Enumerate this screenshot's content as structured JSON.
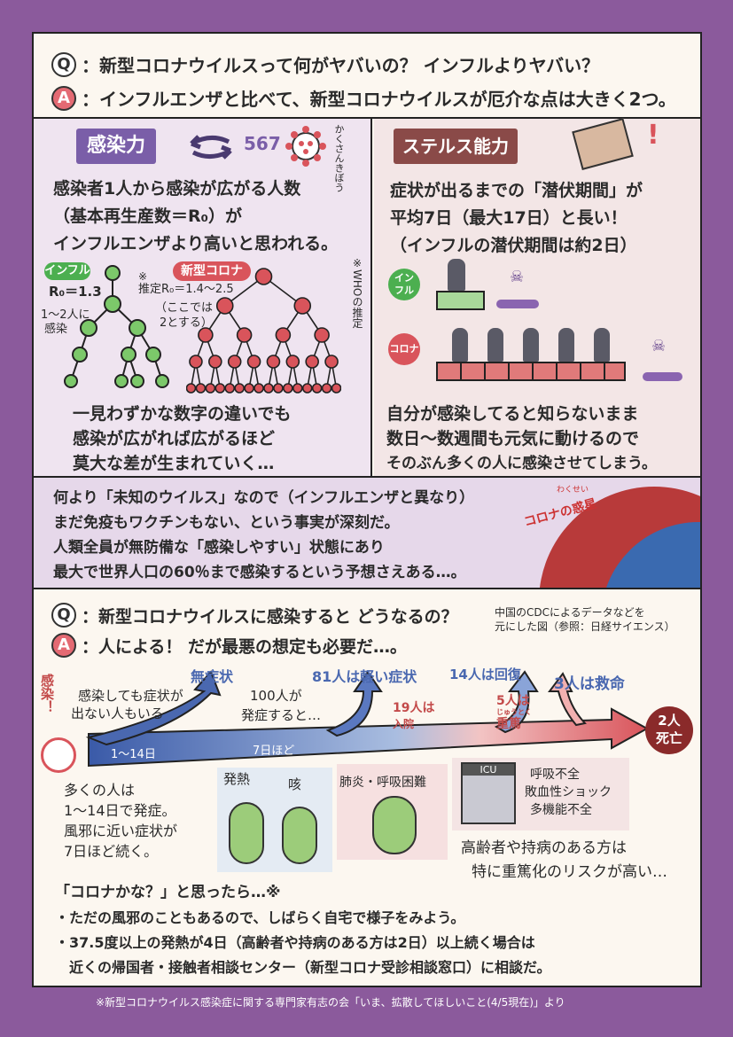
{
  "header": {
    "q_badge": "Q",
    "question": "：新型コロナウイルスって何がヤバいの？ インフルよりヤバい？",
    "a_badge": "A",
    "answer": "：インフルエンザと比べて、新型コロナウイルスが厄介な点は大きく2つ。"
  },
  "infectivity": {
    "title": "感染力",
    "number": "567",
    "reading": "かくさんきぼう",
    "text": [
      "感染者1人から感染が広がる人数",
      "（基本再生産数＝R₀）が",
      "インフルエンザより高いと思われる。"
    ],
    "flu_tag": "インフル",
    "flu_r0": "R₀＝1.3",
    "flu_note": [
      "1〜2人に",
      "感染"
    ],
    "corona_tag": "新型コロナ",
    "corona_mark": "※",
    "corona_r0": "推定R₀＝1.4〜2.5",
    "corona_note": [
      "（ここでは",
      "2とする）"
    ],
    "who_note": "※WHOの推定",
    "conclusion": [
      "一見わずかな数字の違いでも",
      "感染が広がれば広がるほど",
      "莫大な差が生まれていく…"
    ]
  },
  "stealth": {
    "title": "ステルス能力",
    "text": [
      "症状が出るまでの「潜伏期間」が",
      "平均7日（最大17日）と長い！",
      "（インフルの潜伏期間は約2日）"
    ],
    "flu_tag": [
      "イン",
      "フル"
    ],
    "corona_tag": "コロナ",
    "conclusion": [
      "自分が感染してると知らないまま",
      "数日〜数週間も元気に動けるので",
      "そのぶん多くの人に感染させてしまう。"
    ]
  },
  "unknown": {
    "text": [
      "何より「未知のウイルス」なので（インフルエンザと異なり）",
      "まだ免疫もワクチンもない、という事実が深刻だ。",
      "人類全員が無防備な「感染しやすい」状態にあり",
      "最大で世界人口の60％まで感染するという予想さえある…。"
    ],
    "planet_label": "コロナの惑星",
    "planet_reading": "わくせい"
  },
  "outcome": {
    "q_badge": "Q",
    "question": "：新型コロナウイルスに感染すると どうなるの？",
    "a_badge": "A",
    "answer": "：人による！ だが最悪の想定も必要だ…。",
    "source_note": [
      "中国のCDCによるデータなどを",
      "元にした図（参照：日経サイエンス）"
    ],
    "infected": "感染！",
    "asymptomatic_note": [
      "感染しても症状が",
      "出ない人もいる"
    ],
    "asymptomatic": "無症状",
    "onset_note": [
      "100人が",
      "発症すると…"
    ],
    "mild": "81人は軽い症状",
    "hospital": [
      "19人は",
      "入院"
    ],
    "recovered": "14人は回復",
    "critical": [
      "5人は",
      "重篤"
    ],
    "critical_reading": "じゅうとく",
    "saved": "3人は救命",
    "death": [
      "2人",
      "死亡"
    ],
    "period1": "1〜14日",
    "period2": "7日ほど",
    "fever": "発熱",
    "cough": "咳",
    "pneumonia": "肺炎・呼吸困難",
    "icu": "ICU",
    "icu_conditions": [
      "呼吸不全",
      "敗血性ショック",
      "多機能不全"
    ],
    "common_note": [
      "多くの人は",
      "1〜14日で発症。",
      "風邪に近い症状が",
      "7日ほど続く。"
    ],
    "risk_note": [
      "高齢者や持病のある方は",
      "特に重篤化のリスクが高い…"
    ]
  },
  "advice": {
    "title": "「コロナかな？」と思ったら…※",
    "items": [
      "・ただの風邪のこともあるので、しばらく自宅で様子をみよう。",
      "・37.5度以上の発熱が4日（高齢者や持病のある方は2日）以上続く場合は",
      "　近くの帰国者・接触者相談センター（新型コロナ受診相談窓口）に相談だ。"
    ]
  },
  "footer": "※新型コロナウイルス感染症に関する専門家有志の会「いま、拡散してほしいこと(4/5現在)」より",
  "colors": {
    "frame": "#8b5a9c",
    "flu": "#4caf50",
    "corona": "#d9545b",
    "accent_purple": "#7a5ea8",
    "stealth_title": "#8a4a48",
    "arrow_blue": "#4a68b0"
  }
}
